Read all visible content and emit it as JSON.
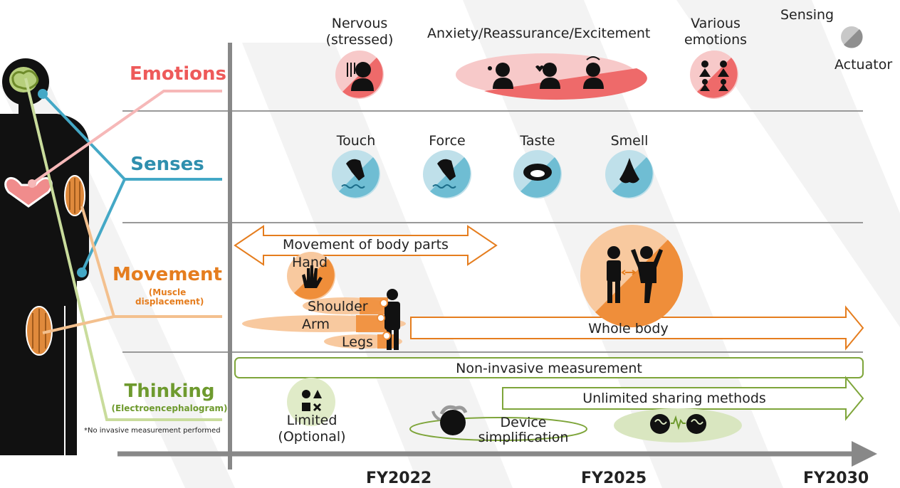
{
  "legend": {
    "sensing": "Sensing",
    "actuator": "Actuator"
  },
  "categories": {
    "emotions": {
      "label": "Emotions",
      "color": "#ee5a5a"
    },
    "senses": {
      "label": "Senses",
      "color": "#2f8fae"
    },
    "movement": {
      "label": "Movement",
      "sub": "(Muscle displacement)",
      "color": "#e57d1e"
    },
    "thinking": {
      "label": "Thinking",
      "sub": "(Electroencephalogram)",
      "color": "#6e9a2e"
    }
  },
  "note": "*No invasive measurement performed",
  "emotions": {
    "nervous": "Nervous\n(stressed)",
    "anxiety": "Anxiety/Reassurance/Excitement",
    "various": "Various\nemotions"
  },
  "senses": {
    "touch": "Touch",
    "force": "Force",
    "taste": "Taste",
    "smell": "Smell"
  },
  "movement": {
    "body_parts": "Movement of body parts",
    "hand": "Hand",
    "shoulder": "Shoulder",
    "arm": "Arm",
    "legs": "Legs",
    "whole_body": "Whole body"
  },
  "thinking": {
    "non_invasive": "Non-invasive measurement",
    "unlimited": "Unlimited sharing methods",
    "limited": "Limited\n(Optional)",
    "device": "Device\nsimplification"
  },
  "timeline": [
    "FY2022",
    "FY2025",
    "FY2030"
  ]
}
